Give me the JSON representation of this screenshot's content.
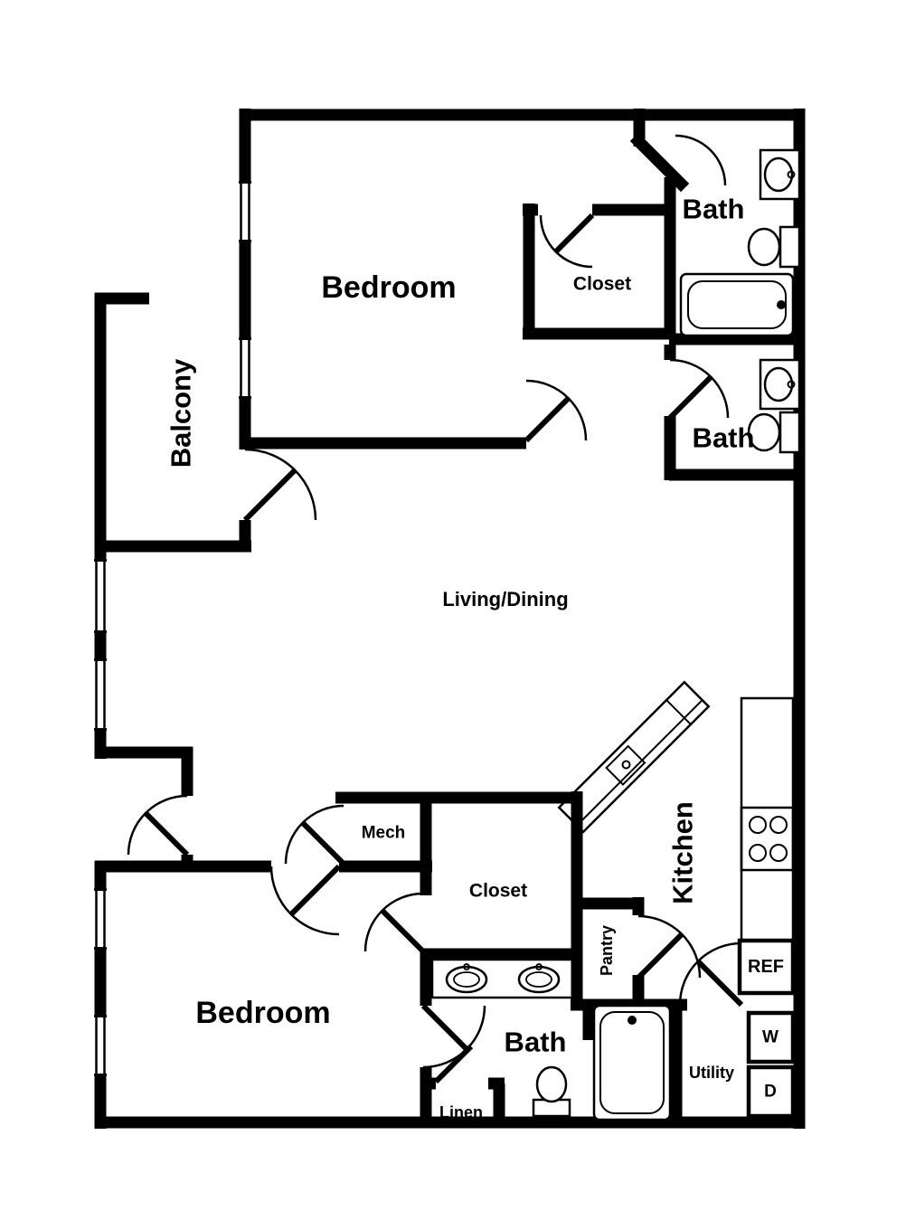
{
  "floorplan": {
    "rooms": {
      "bedroom_upper": "Bedroom",
      "closet_upper": "Closet",
      "bath_upper": "Bath",
      "bath_mid": "Bath",
      "balcony": "Balcony",
      "living_dining": "Living/Dining",
      "mech": "Mech",
      "closet_lower": "Closet",
      "kitchen": "Kitchen",
      "pantry": "Pantry",
      "bedroom_lower": "Bedroom",
      "bath_lower": "Bath",
      "linen": "Linen",
      "utility": "Utility"
    },
    "appliances": {
      "refrigerator": "REF",
      "washer": "W",
      "dryer": "D"
    },
    "colors": {
      "wall": "#000000",
      "background": "#ffffff"
    }
  }
}
